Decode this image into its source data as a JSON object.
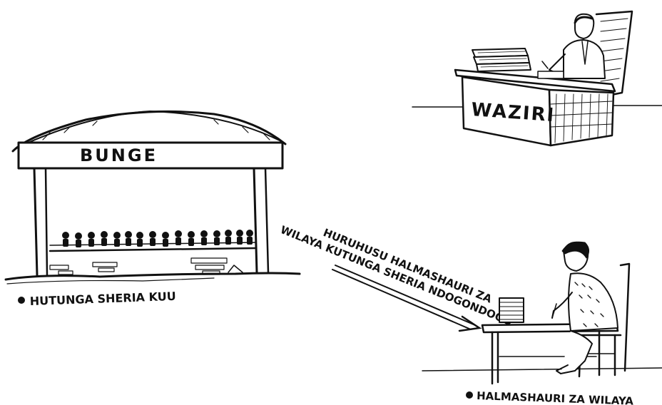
{
  "illustration": {
    "parliament": {
      "sign": "BUNGE",
      "caption": "HUTUNGA SHERIA KUU"
    },
    "minister": {
      "desk_label": "WAZIRI"
    },
    "arrow_text": {
      "line1": "HURUHUSU HALMASHAURI ZA",
      "line2": "WILAYA KUTUNGA SHERIA NDOGONDOGO"
    },
    "district_council": {
      "caption": "HALMASHAURI ZA WILAYA"
    }
  }
}
